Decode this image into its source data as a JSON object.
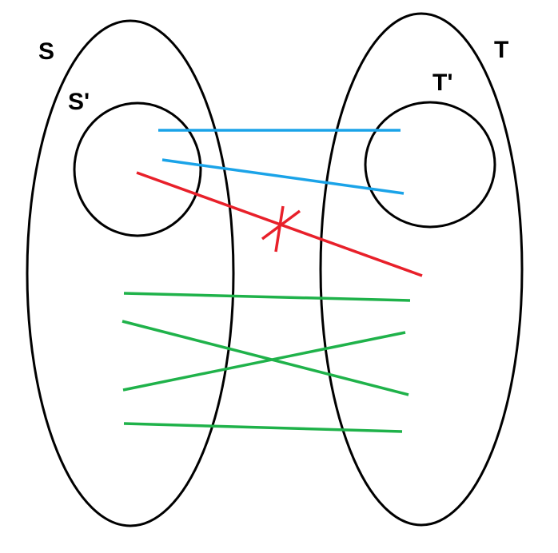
{
  "labels": {
    "S": "S",
    "S_prime": "S'",
    "T": "T",
    "T_prime": "T'"
  },
  "colors": {
    "outline": "#000000",
    "blue_edges": "#1aa3e8",
    "red_edge": "#e8202a",
    "green_edges": "#1fb24a",
    "background": "#ffffff"
  },
  "edges": {
    "blue_count": 2,
    "red_count": 1,
    "red_crossed_out": true,
    "green_count": 4
  }
}
